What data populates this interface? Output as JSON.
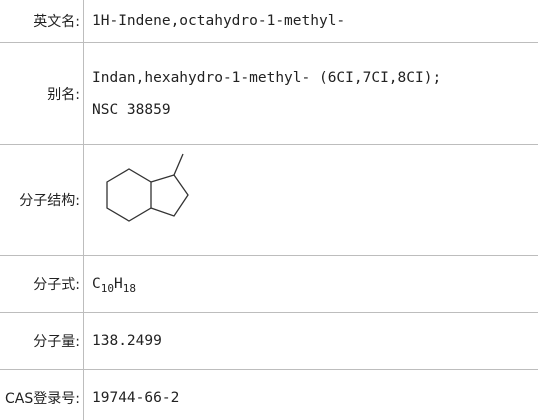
{
  "rows": {
    "english_name": {
      "label": "英文名:",
      "value": "1H-Indene,octahydro-1-methyl-"
    },
    "aliases": {
      "label": "别名:",
      "lines": [
        "Indan,hexahydro-1-methyl- (6CI,7CI,8CI);",
        "NSC 38859"
      ]
    },
    "structure": {
      "label": "分子结构:"
    },
    "formula": {
      "label": "分子式:",
      "c": "C",
      "c_count": "10",
      "h": "H",
      "h_count": "18"
    },
    "weight": {
      "label": "分子量:",
      "value": "138.2499"
    },
    "cas": {
      "label": "CAS登录号:",
      "value": "19744-66-2"
    }
  }
}
